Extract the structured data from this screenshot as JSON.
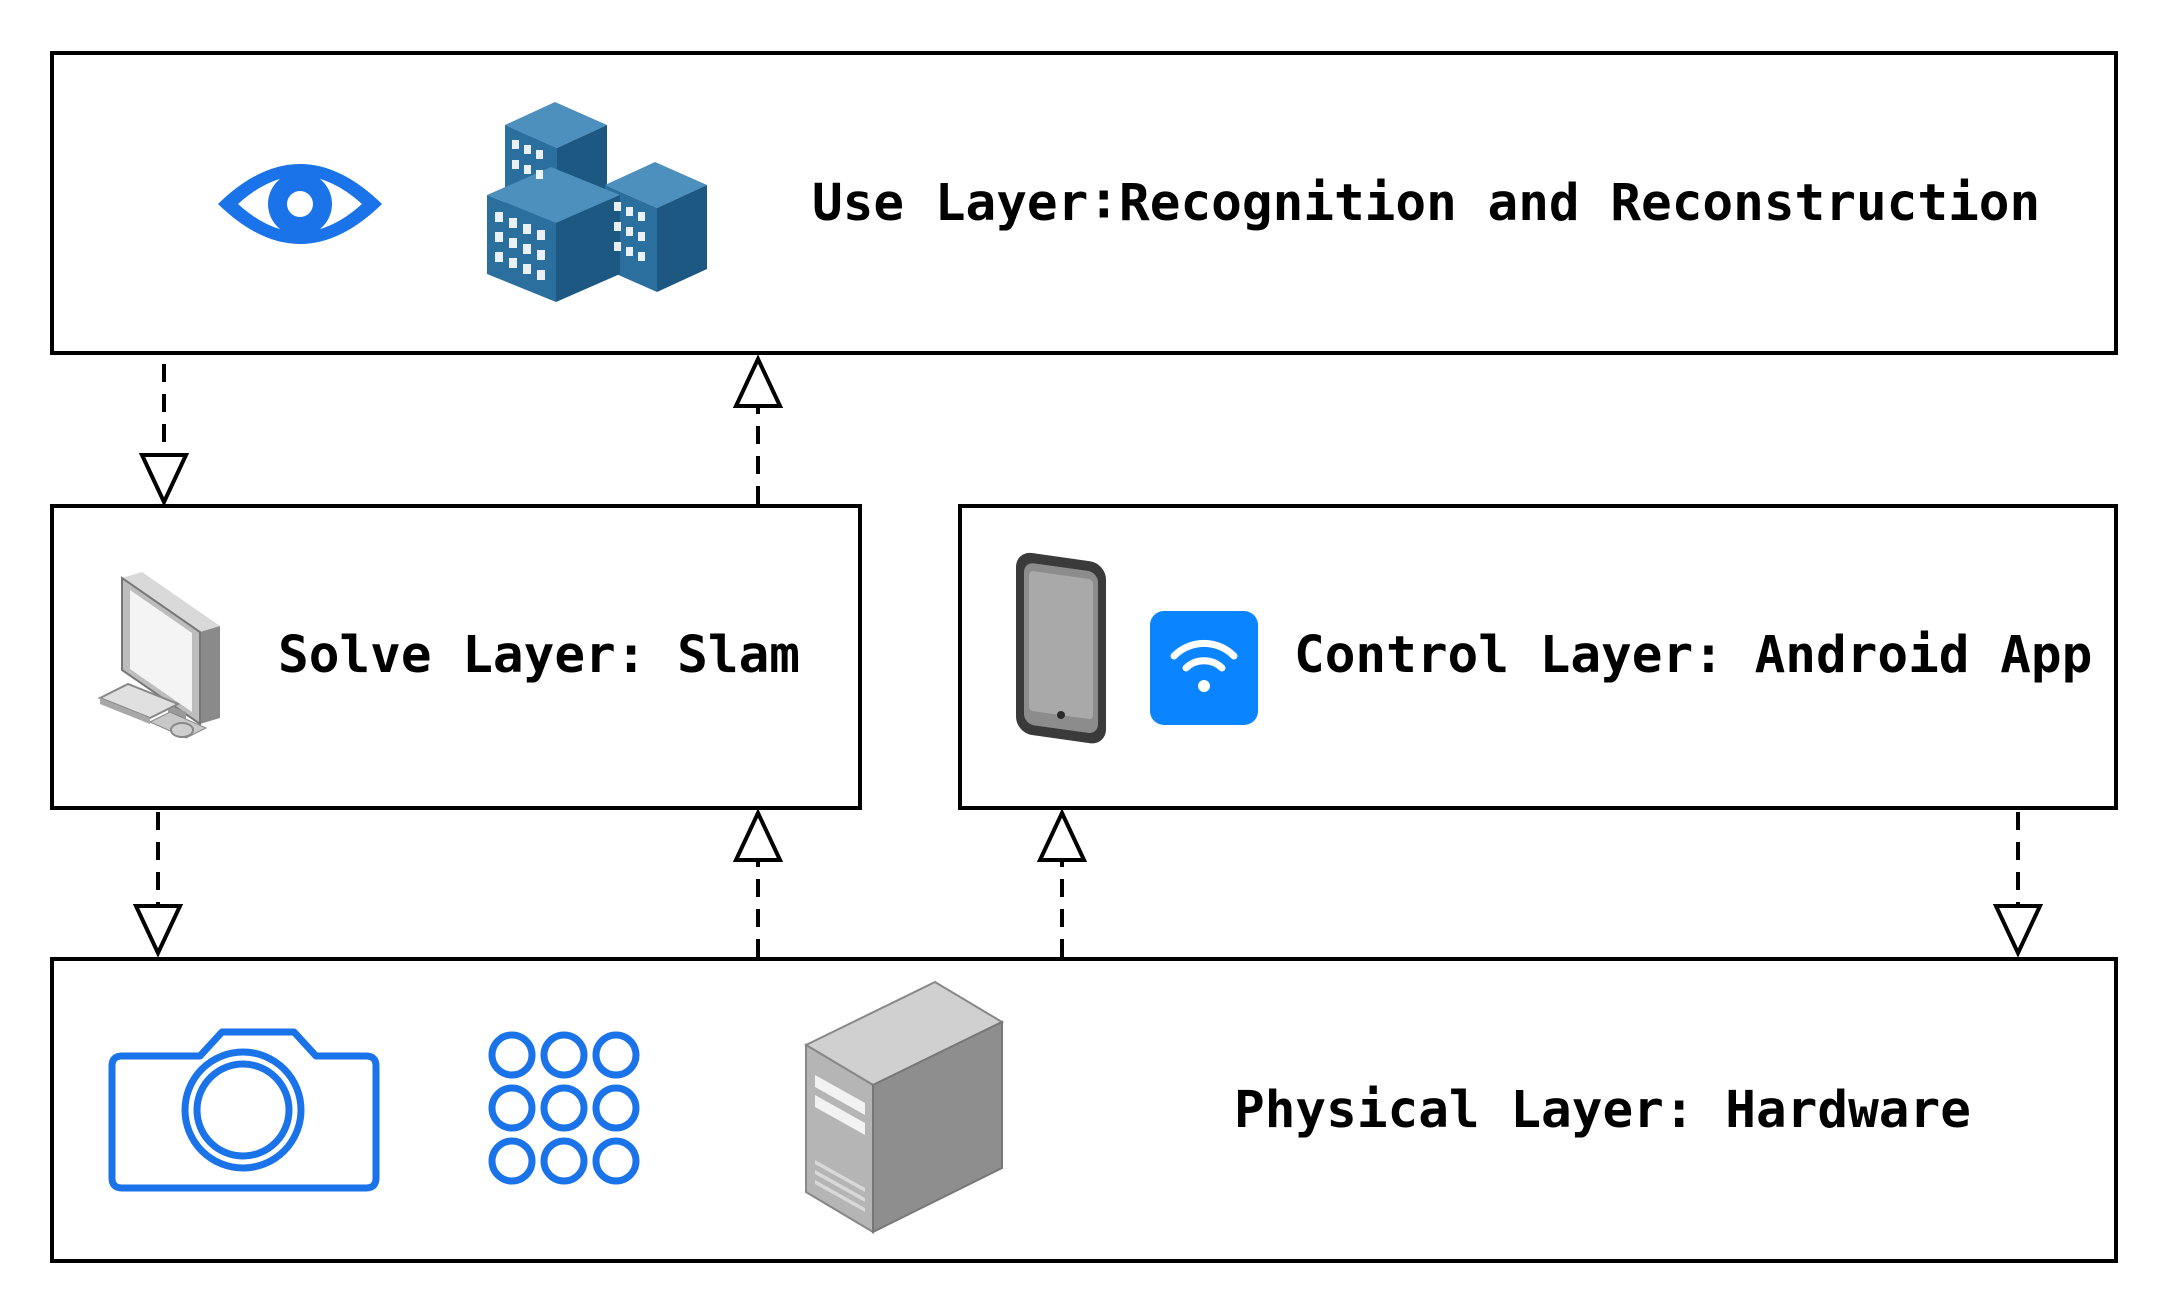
{
  "layers": {
    "use": {
      "label": "Use Layer∶Recognition and Reconstruction"
    },
    "solve": {
      "label": "Solve Layer: Slam"
    },
    "control": {
      "label": "Control Layer: Android App"
    },
    "physical": {
      "label": "Physical Layer: Hardware"
    }
  },
  "icons": {
    "use": [
      "eye-icon",
      "buildings-icon"
    ],
    "solve": [
      "desktop-computer-icon"
    ],
    "control": [
      "tablet-icon",
      "wifi-icon"
    ],
    "physical": [
      "camera-icon",
      "circle-grid-icon",
      "server-tower-icon"
    ]
  },
  "arrows": [
    {
      "from": "use",
      "to": "solve",
      "style": "dashed",
      "head": "open-triangle"
    },
    {
      "from": "solve",
      "to": "use",
      "style": "dashed",
      "head": "open-triangle"
    },
    {
      "from": "solve",
      "to": "physical",
      "style": "dashed",
      "head": "open-triangle"
    },
    {
      "from": "physical",
      "to": "solve",
      "style": "dashed",
      "head": "open-triangle"
    },
    {
      "from": "physical",
      "to": "control",
      "style": "dashed",
      "head": "open-triangle"
    },
    {
      "from": "control",
      "to": "physical",
      "style": "dashed",
      "head": "open-triangle"
    }
  ],
  "colors": {
    "accent_blue": "#1a73e8",
    "wifi_blue": "#0a84ff",
    "building_blue": "#2a6f9e",
    "line": "#000000"
  }
}
